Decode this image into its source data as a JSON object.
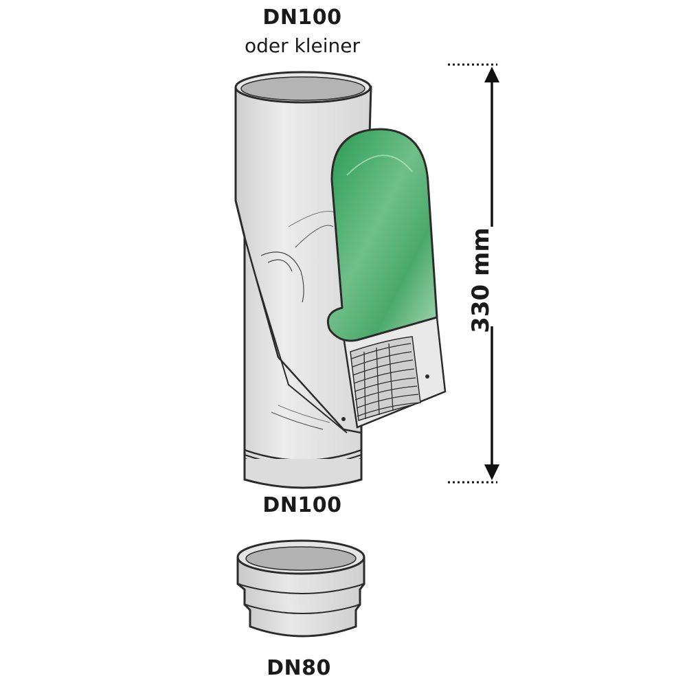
{
  "labels": {
    "top_main": "DN100",
    "top_sub": "oder kleiner",
    "middle": "DN100",
    "bottom": "DN80",
    "dimension": "330 mm"
  },
  "colors": {
    "pipe_fill": "#e3e3e3",
    "pipe_inner": "#b9b9b9",
    "outline": "#2b2b2b",
    "flap_green": "#2e9d57",
    "flap_green_light": "#8fd0a3",
    "dimension_line": "#111111"
  }
}
